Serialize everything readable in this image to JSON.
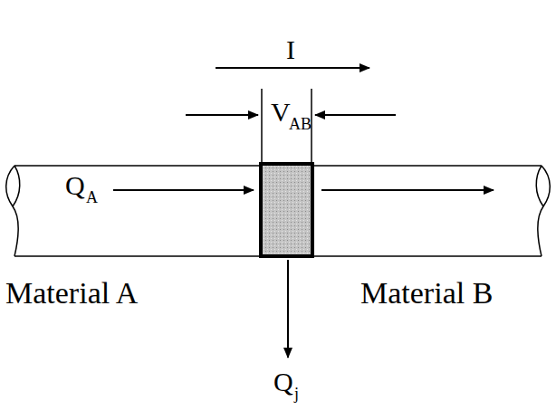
{
  "diagram": {
    "labels": [
      "I",
      "V",
      "AB",
      "Q",
      "A",
      "Material A",
      "Material B",
      "Q",
      "j"
    ]
  }
}
